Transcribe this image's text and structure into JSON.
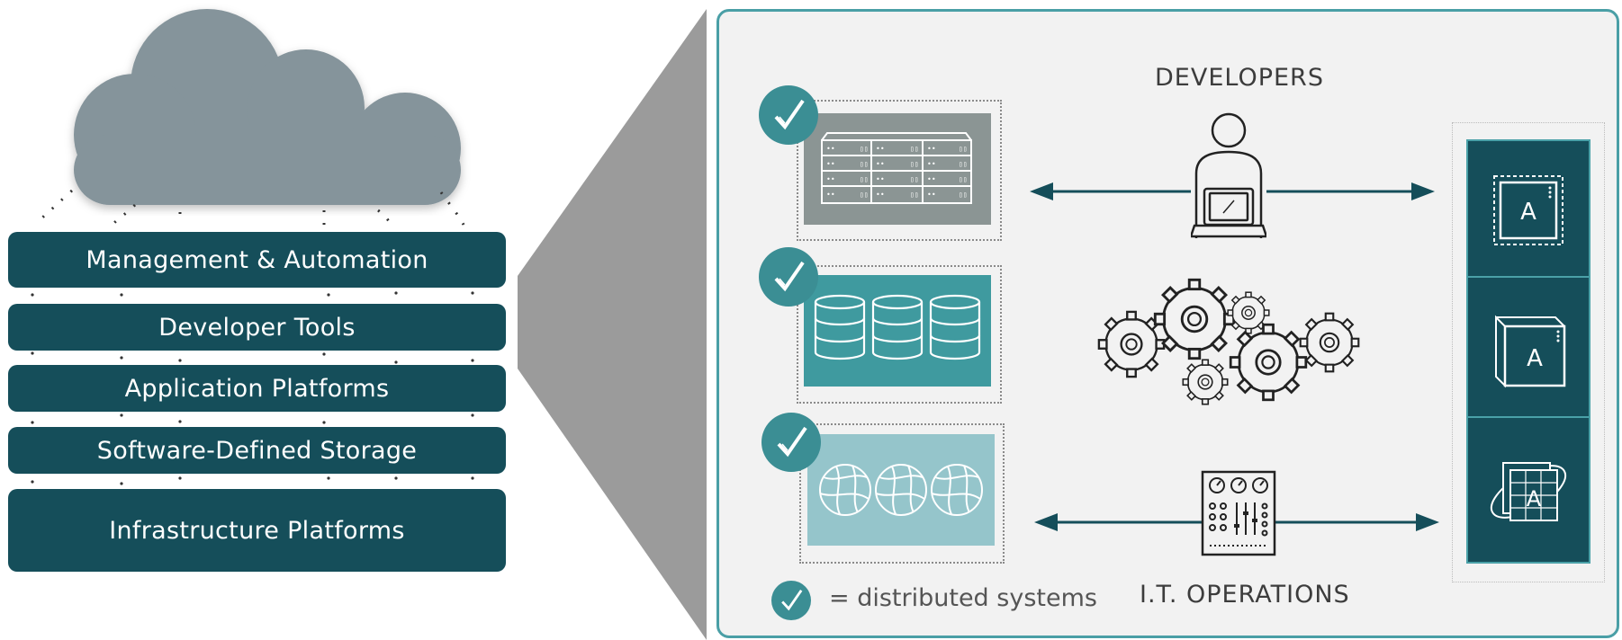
{
  "stack": {
    "layers": [
      "Management & Automation",
      "Developer Tools",
      "Application Platforms",
      "Software-Defined Storage",
      "Infrastructure Platforms"
    ]
  },
  "panel": {
    "developers_label": "DEVELOPERS",
    "it_operations_label": "I.T. OPERATIONS",
    "legend_text": "= distributed systems",
    "app_letter": "A"
  },
  "colors": {
    "dark_teal": "#154e5a",
    "teal": "#3b8e94",
    "light_teal": "#95c5cb",
    "cloud_gray": "#85949b",
    "server_gray": "#8b9594",
    "panel_bg": "#f2f2f2",
    "panel_border": "#4a9fa6",
    "connector_gray": "#9b9b9b"
  },
  "icons": {
    "cloud": "cloud-icon",
    "servers": "server-rack-icon",
    "databases": "database-icon",
    "globes": "globe-icon",
    "developer": "developer-laptop-icon",
    "gears": "gears-icon",
    "control_panel": "control-panel-icon",
    "check": "check-icon"
  }
}
